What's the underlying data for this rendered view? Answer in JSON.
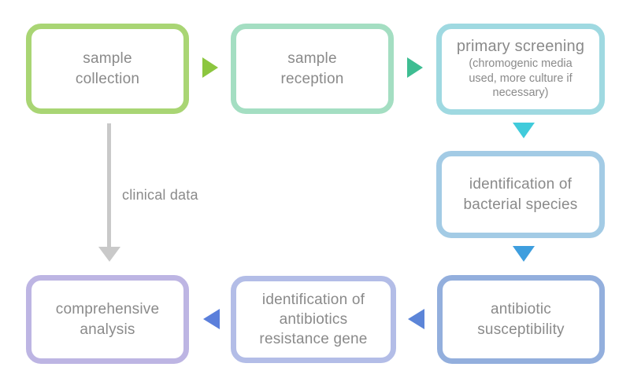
{
  "diagram": {
    "background": "#ffffff",
    "text_color": "#8a8a8a",
    "nodes": [
      {
        "id": "sample-collection",
        "label": "sample collection",
        "border_color": "#a9d574"
      },
      {
        "id": "sample-reception",
        "label": "sample reception",
        "border_color": "#a4dec2"
      },
      {
        "id": "primary-screening",
        "label": "primary screening",
        "sublabel": "(chromogenic media used, more culture if necessary)",
        "border_color": "#9fd9e1"
      },
      {
        "id": "identification-of-bacterial-species",
        "label": "identification of bacterial species",
        "border_color": "#a3cbe5"
      },
      {
        "id": "antibiotic-susceptibility",
        "label": "antibiotic susceptibility",
        "border_color": "#93afdd"
      },
      {
        "id": "identification-of-antibiotics-resistance-gene",
        "label": "identification of antibiotics resistance gene",
        "border_color": "#b3bde7"
      },
      {
        "id": "comprehensive-analysis",
        "label": "comprehensive analysis",
        "border_color": "#bdb5e3"
      }
    ],
    "arrows": [
      {
        "id": "arrow-collection-to-reception",
        "direction": "right",
        "color": "#8cc63f"
      },
      {
        "id": "arrow-reception-to-screening",
        "direction": "right",
        "color": "#3ebd92"
      },
      {
        "id": "arrow-screening-to-species-id",
        "direction": "down",
        "color": "#40cbdb"
      },
      {
        "id": "arrow-species-id-to-susceptibility",
        "direction": "down",
        "color": "#3e9ede"
      },
      {
        "id": "arrow-susceptibility-to-resistance-gene",
        "direction": "left",
        "color": "#5c85d8"
      },
      {
        "id": "arrow-resistance-gene-to-analysis",
        "direction": "left",
        "color": "#5b7fdb"
      }
    ],
    "connector": {
      "id": "clinical-data-connector",
      "label": "clinical data",
      "color": "#c9c9c9"
    }
  }
}
